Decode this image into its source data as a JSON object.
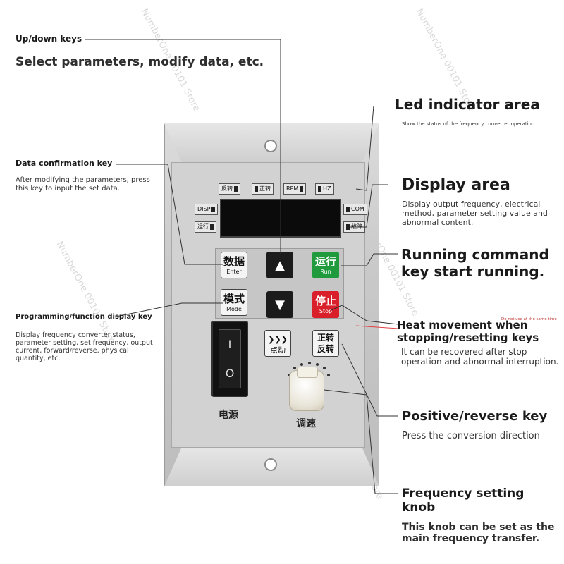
{
  "callouts": {
    "updown": {
      "title": "Up/down keys",
      "desc": "Select parameters, modify data, etc."
    },
    "led": {
      "title": "Led indicator area",
      "desc": "Show the status of the frequency converter operation."
    },
    "confirm": {
      "title": "Data confirmation key",
      "desc": "After modifying the parameters, press this key to input the set data."
    },
    "display": {
      "title": "Display area",
      "desc": "Display output frequency, electrical method, parameter setting value and abnormal content."
    },
    "run": {
      "title": "Running command key start running.",
      "desc": ""
    },
    "programming": {
      "title": "Programming/function display key",
      "desc": "Display frequency converter status, parameter setting, set frequency, output current, forward/reverse, physical quantity, etc."
    },
    "stop": {
      "title": "Heat movement when stopping/resetting keys",
      "tiny": "Do not use at the same time",
      "desc": "It can be recovered after stop operation and abnormal interruption."
    },
    "posrev": {
      "title": "Positive/reverse key",
      "desc": "Press the conversion direction"
    },
    "freq": {
      "title": "Frequency setting knob",
      "desc": "This knob can be set as the main frequency transfer."
    }
  },
  "device": {
    "indicators_top": [
      "反转",
      "正转",
      "RPM",
      "HZ"
    ],
    "indicators_left": [
      "DISP",
      "运行"
    ],
    "indicators_right": [
      "COM",
      "故障"
    ],
    "keys": {
      "enter": {
        "zh": "数据",
        "en": "Enter"
      },
      "mode": {
        "zh": "模式",
        "en": "Mode"
      },
      "up": "▲",
      "down": "▼",
      "run": {
        "zh": "运行",
        "en": "Run"
      },
      "stop": {
        "zh": "停止",
        "en": "Stop"
      },
      "jog": {
        "sym": "❯❯❯",
        "zh": "点动"
      },
      "fwdrev": {
        "top": "正转",
        "bottom": "反转"
      }
    },
    "power_label": "电源",
    "speed_label": "调速",
    "switch_on": "I",
    "switch_off": "O"
  },
  "watermark": "NumberOne 00101 Store",
  "colors": {
    "run_key": "#1f9a3c",
    "stop_key": "#d9202a",
    "plate": "#c9c9c9",
    "screen": "#0b0b0b"
  }
}
